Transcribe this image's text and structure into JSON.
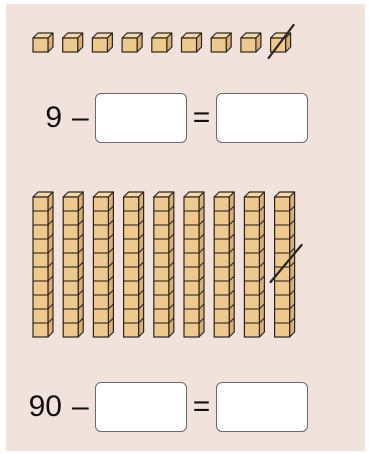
{
  "colors": {
    "background": "#f1e2dc",
    "cube_top": "#f6d9a6",
    "cube_front": "#eec98d",
    "cube_side": "#dcb070",
    "cube_outline": "#2a2420",
    "box_border": "#6b6b6b"
  },
  "exercise_1": {
    "units": {
      "count": 9,
      "crossed_out": 1
    },
    "equation": {
      "number": "9",
      "minus": "–",
      "equals": "="
    }
  },
  "exercise_2": {
    "rods": {
      "count": 9,
      "cubes_per_rod": 10,
      "crossed_out": 1
    },
    "equation": {
      "number": "90",
      "minus": "–",
      "equals": "="
    }
  }
}
